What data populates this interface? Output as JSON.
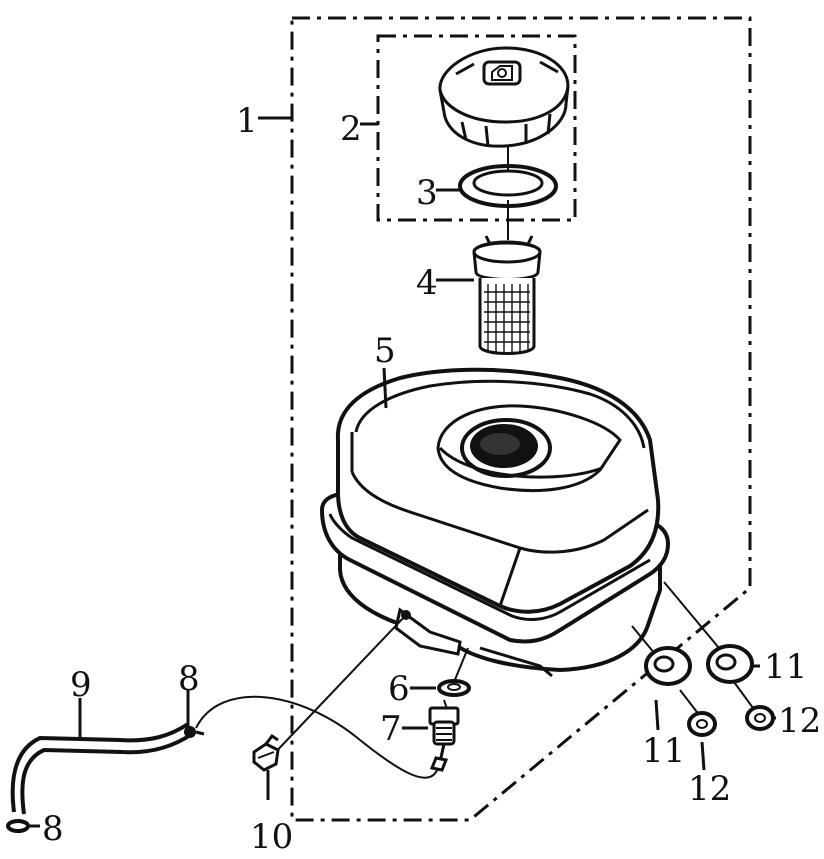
{
  "callouts": {
    "c1": "1",
    "c2": "2",
    "c3": "3",
    "c4": "4",
    "c5": "5",
    "c6": "6",
    "c7": "7",
    "c8a": "8",
    "c8b": "8",
    "c9": "9",
    "c10": "10",
    "c11a": "11",
    "c11b": "11",
    "c12a": "12",
    "c12b": "12"
  },
  "colors": {
    "line": "#111111",
    "background": "#ffffff"
  }
}
